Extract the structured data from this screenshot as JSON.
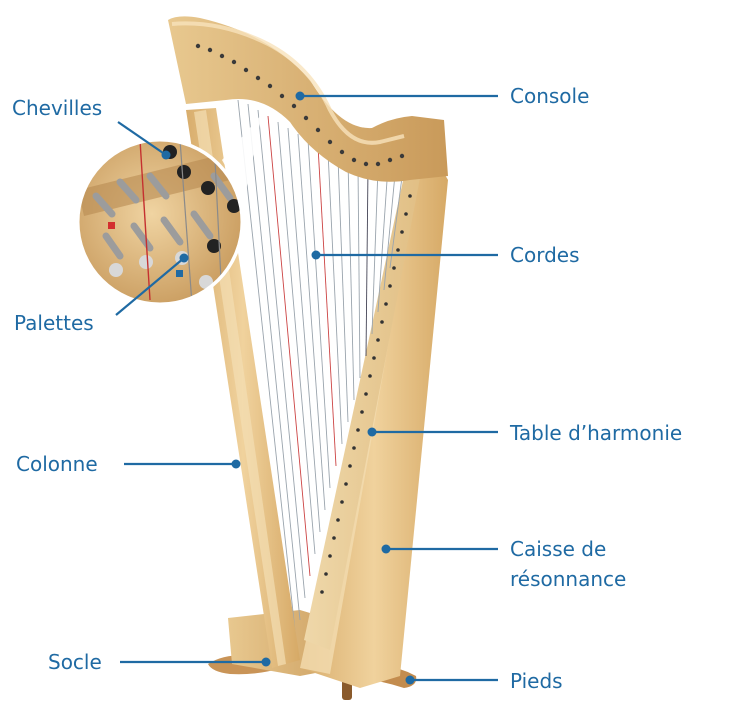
{
  "diagram": {
    "accent_color": "#1f6aa3",
    "wood_colors": [
      "#e9c98e",
      "#d9b173",
      "#c99a5a"
    ],
    "labels": {
      "console": "Console",
      "chevilles": "Chevilles",
      "cordes": "Cordes",
      "palettes": "Palettes",
      "table": "Table d’harmonie",
      "colonne": "Colonne",
      "caisse_line1": "Caisse de",
      "caisse_line2": "résonnance",
      "socle": "Socle",
      "pieds": "Pieds"
    }
  }
}
